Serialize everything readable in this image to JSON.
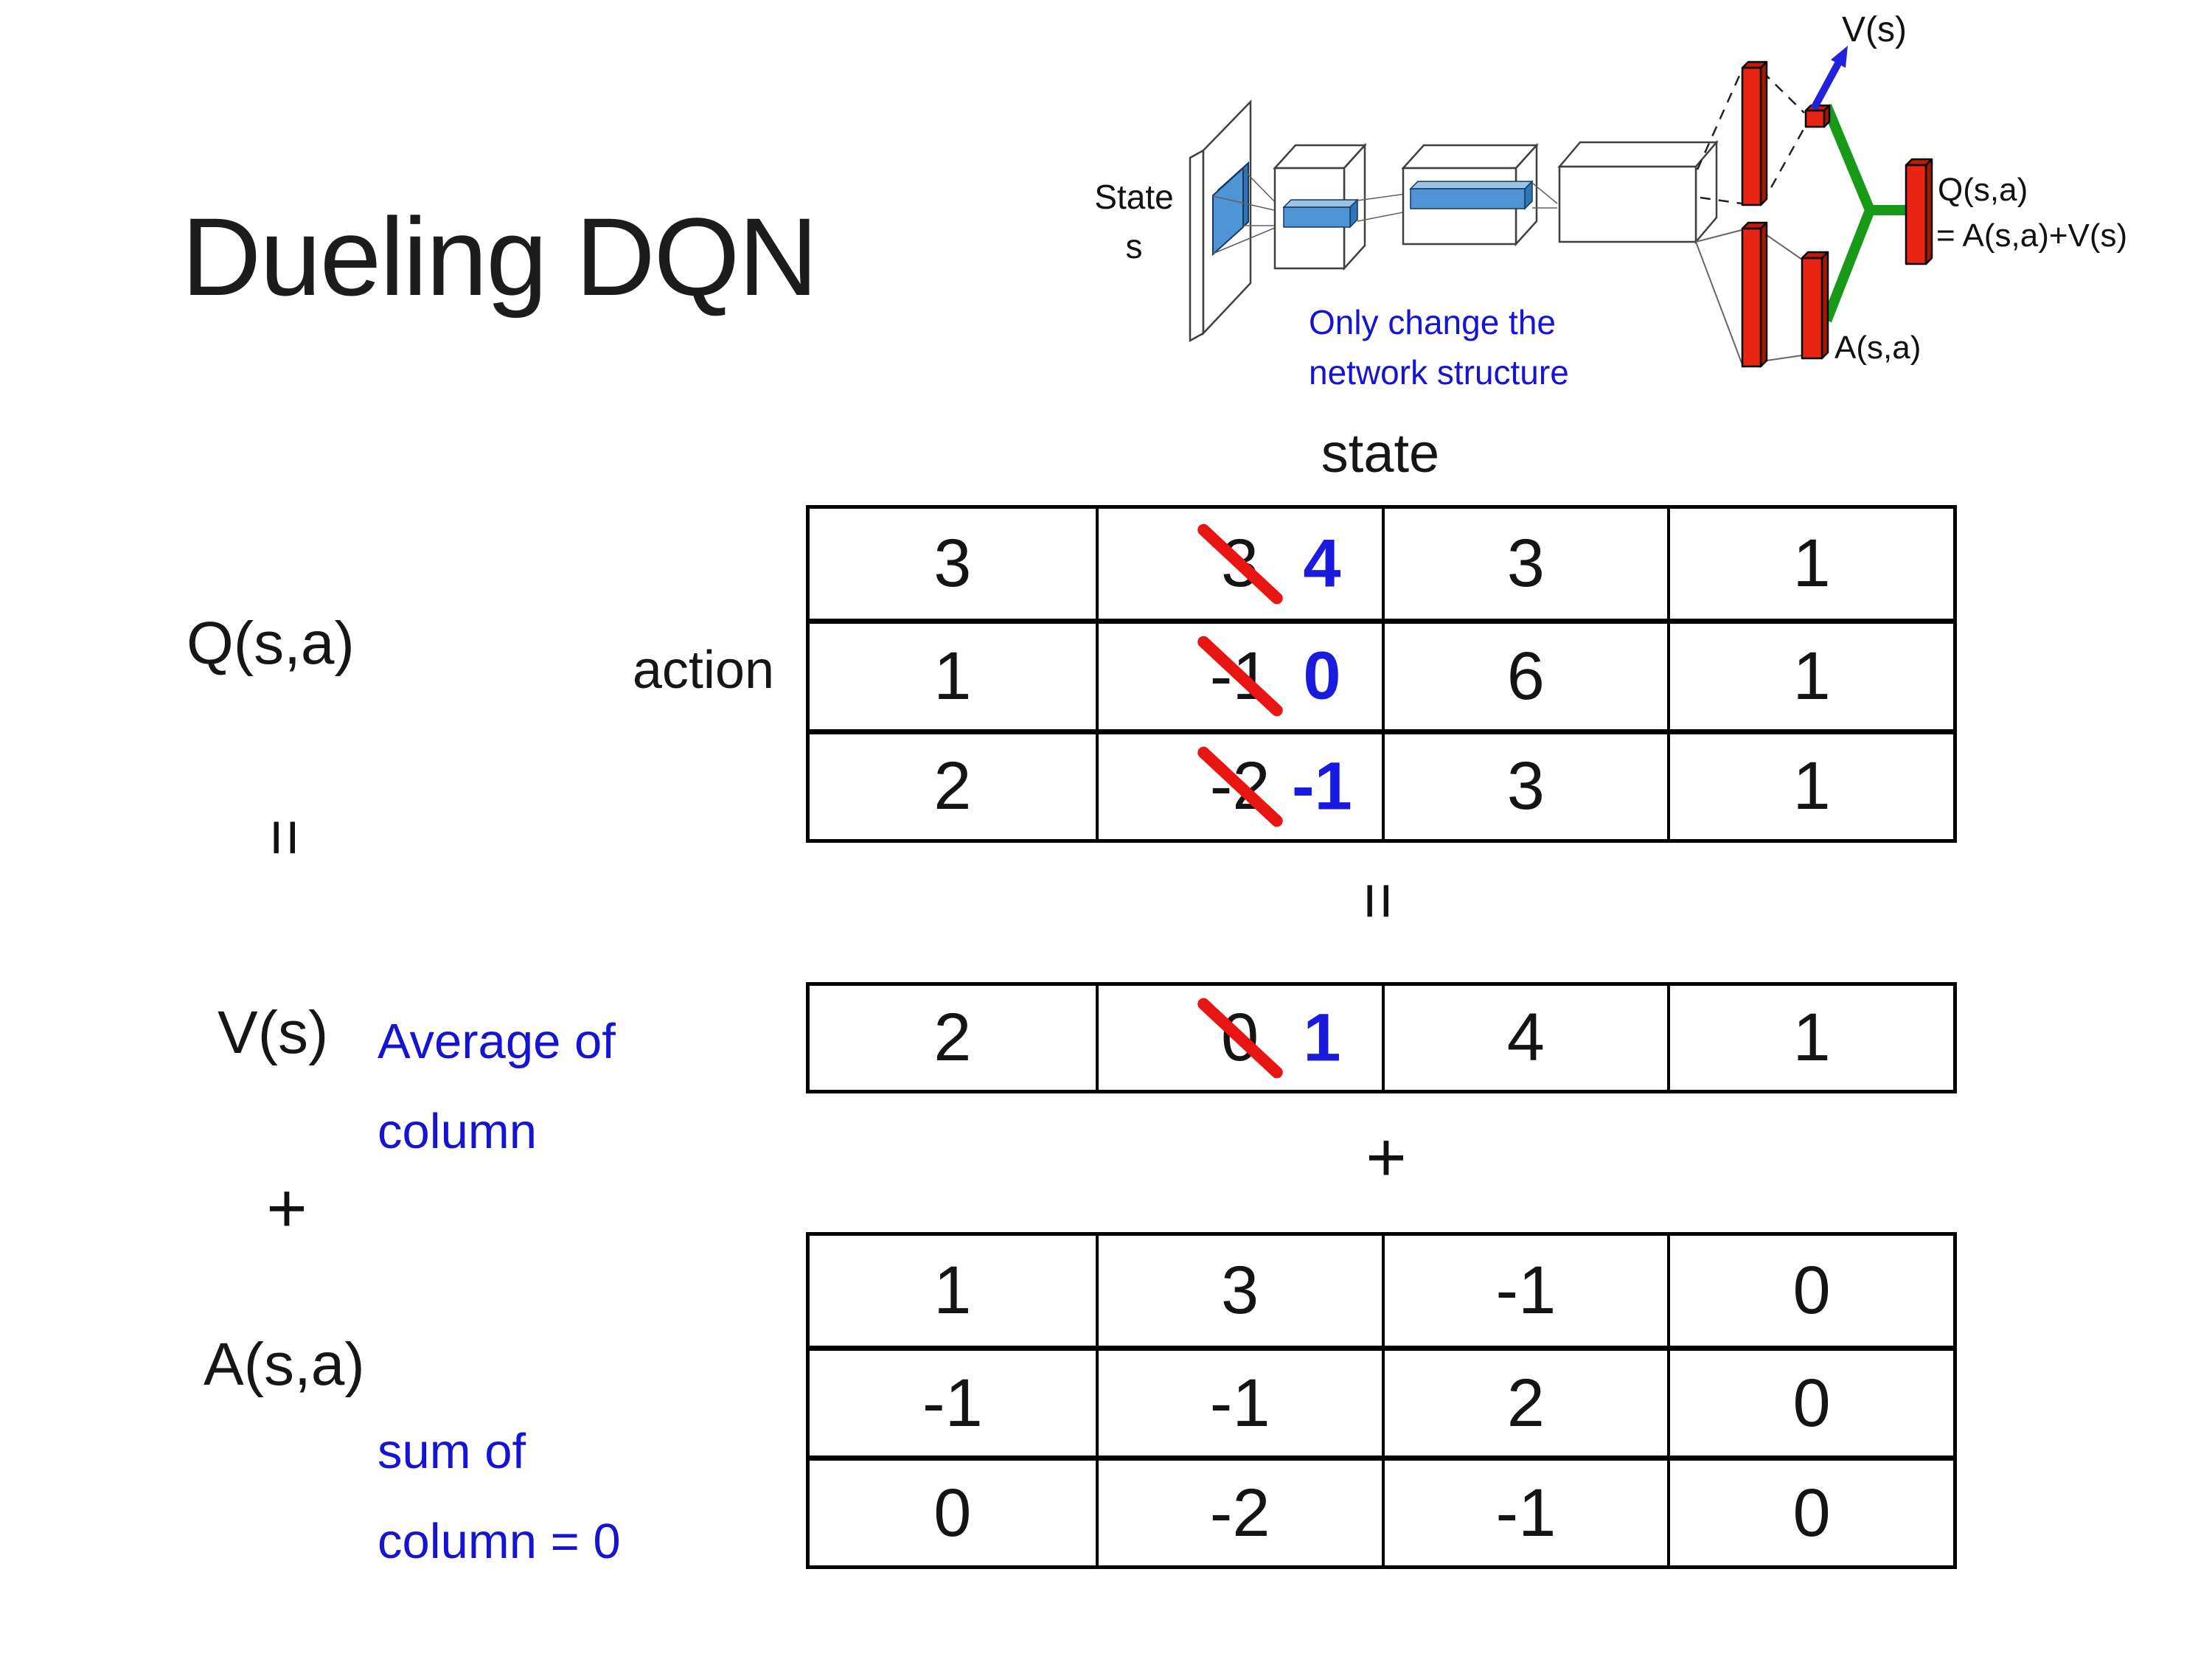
{
  "slide": {
    "title": "Dueling DQN"
  },
  "colors": {
    "ink": "#161616",
    "blue_text": "#1414d2",
    "blue_digit": "#1b1be0",
    "strike_red": "#e81512",
    "bar_red": "#ea2412",
    "bar_red_dark": "#a81505",
    "bar_red_top": "#c41a08",
    "merge_green": "#189a18",
    "arrow_blue": "#2222dd",
    "conv_blue": "#4f94d4"
  },
  "diagram": {
    "state_label": "State",
    "state_sub": "s",
    "note_line1": "Only change the",
    "note_line2": "network structure",
    "v_out": "V(s)",
    "q_out": "Q(s,a)",
    "q_formula": "= A(s,a)+V(s)",
    "a_out": "A(s,a)"
  },
  "equation": {
    "q_label": "Q(s,a)",
    "equals": "=",
    "v_label": "V(s)",
    "avg_line1": "Average of",
    "avg_line2": "column",
    "plus": "+",
    "a_label": "A(s,a)",
    "sum_line1": "sum of",
    "sum_line2": "column = 0"
  },
  "matrix_area": {
    "state_header": "state",
    "action_header": "action",
    "equals": "=",
    "plus": "+"
  },
  "tables": {
    "q": {
      "rows": [
        {
          "cells": [
            {
              "v": "3"
            },
            {
              "v": "3",
              "new": "4",
              "struck": true
            },
            {
              "v": "3"
            },
            {
              "v": "1"
            }
          ]
        },
        {
          "cells": [
            {
              "v": "1"
            },
            {
              "v": "-1",
              "new": "0",
              "struck": true
            },
            {
              "v": "6"
            },
            {
              "v": "1"
            }
          ]
        },
        {
          "cells": [
            {
              "v": "2"
            },
            {
              "v": "-2",
              "new": "-1",
              "struck": true
            },
            {
              "v": "3"
            },
            {
              "v": "1"
            }
          ]
        }
      ]
    },
    "v": {
      "rows": [
        {
          "cells": [
            {
              "v": "2"
            },
            {
              "v": "0",
              "new": "1",
              "struck": true
            },
            {
              "v": "4"
            },
            {
              "v": "1"
            }
          ]
        }
      ]
    },
    "a": {
      "rows": [
        {
          "cells": [
            {
              "v": "1"
            },
            {
              "v": "3"
            },
            {
              "v": "-1"
            },
            {
              "v": "0"
            }
          ]
        },
        {
          "cells": [
            {
              "v": "-1"
            },
            {
              "v": "-1"
            },
            {
              "v": "2"
            },
            {
              "v": "0"
            }
          ]
        },
        {
          "cells": [
            {
              "v": "0"
            },
            {
              "v": "-2"
            },
            {
              "v": "-1"
            },
            {
              "v": "0"
            }
          ]
        }
      ]
    }
  }
}
